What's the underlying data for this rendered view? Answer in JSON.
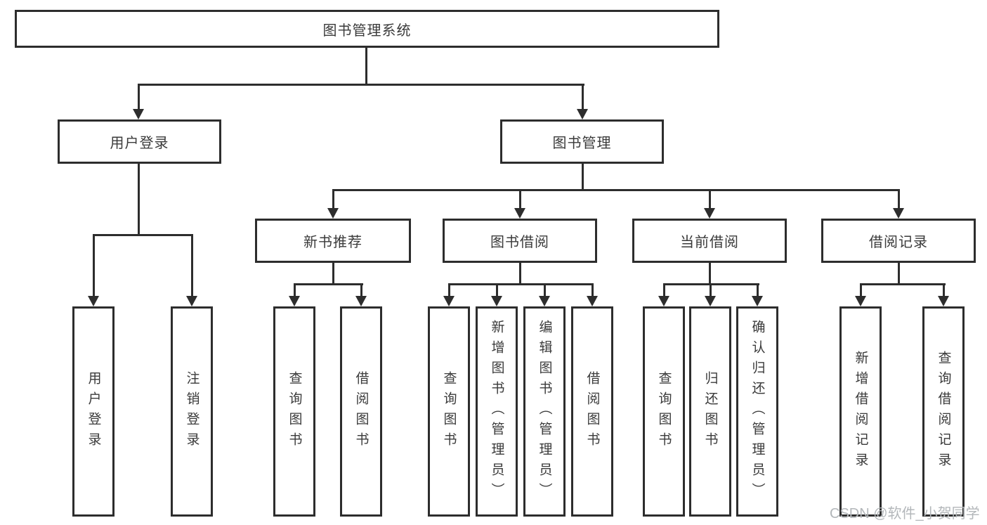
{
  "tree": {
    "label": "图书管理系统",
    "children": [
      {
        "label": "用户登录",
        "children": [
          {
            "label": "用户登录"
          },
          {
            "label": "注销登录"
          }
        ]
      },
      {
        "label": "图书管理",
        "children": [
          {
            "label": "新书推荐",
            "children": [
              {
                "label": "查询图书"
              },
              {
                "label": "借阅图书"
              }
            ]
          },
          {
            "label": "图书借阅",
            "children": [
              {
                "label": "查询图书"
              },
              {
                "label": "新增图书（管理员）"
              },
              {
                "label": "编辑图书（管理员）"
              },
              {
                "label": "借阅图书"
              }
            ]
          },
          {
            "label": "当前借阅",
            "children": [
              {
                "label": "查询图书"
              },
              {
                "label": "归还图书"
              },
              {
                "label": "确认归还（管理员）"
              }
            ]
          },
          {
            "label": "借阅记录",
            "children": [
              {
                "label": "新增借阅记录"
              },
              {
                "label": "查询借阅记录"
              }
            ]
          }
        ]
      }
    ]
  },
  "watermark": {
    "text": "CSDN @软件_小贺同学"
  },
  "colors": {
    "line": "#2d2d2d",
    "text": "#3a3a3a",
    "watermark": "#b3b7ba",
    "background": "#ffffff"
  }
}
